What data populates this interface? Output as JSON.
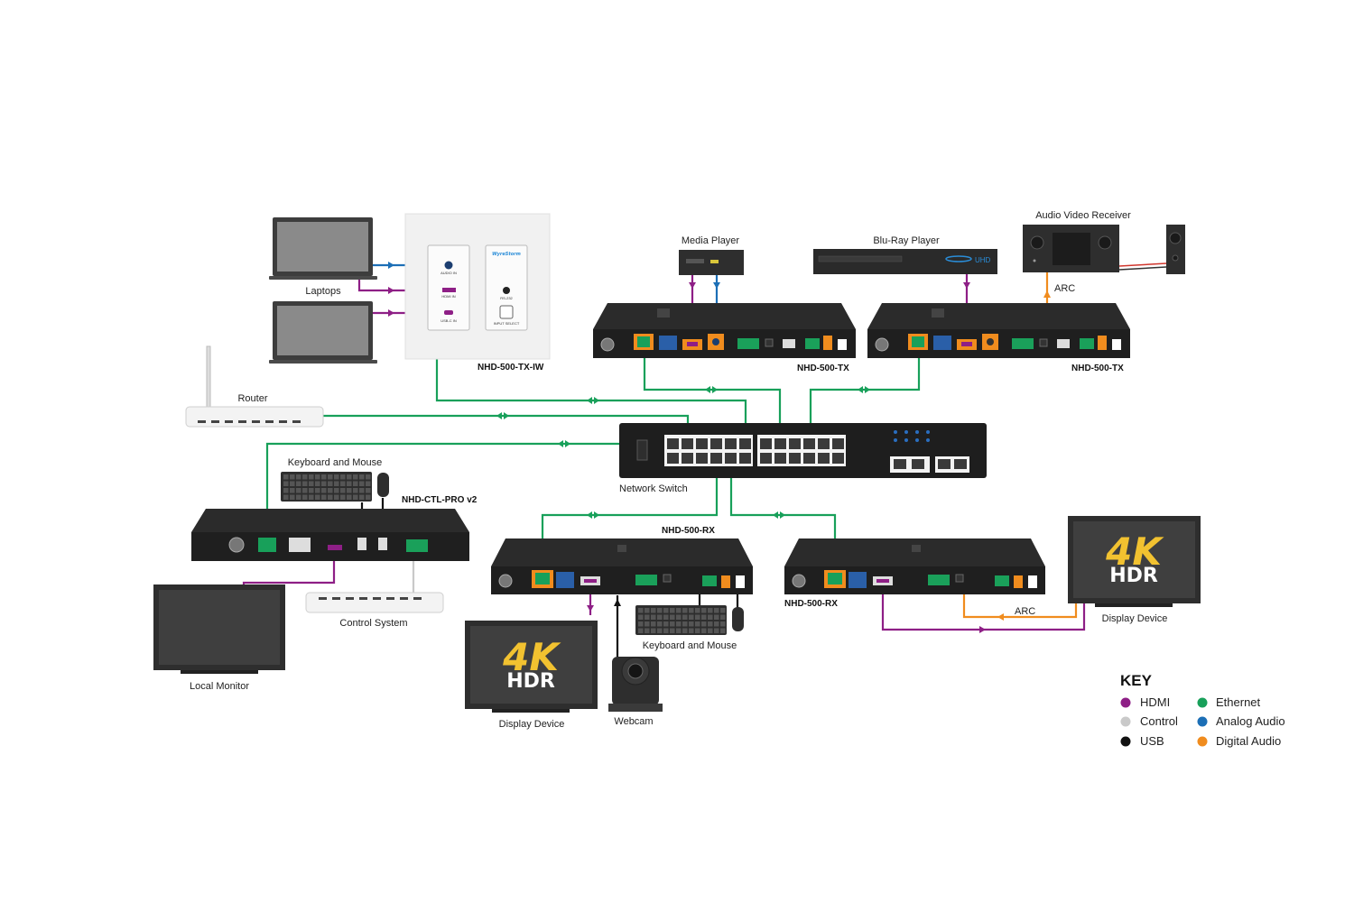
{
  "colors": {
    "hdmi": "#8e1f86",
    "control": "#c9c9c9",
    "usb": "#111111",
    "ethernet": "#18a05a",
    "analog_audio": "#1c6fb6",
    "digital_audio": "#f08c1e"
  },
  "labels": {
    "laptops": "Laptops",
    "tx_iw": "NHD-500-TX-IW",
    "media_player": "Media Player",
    "bluray_player": "Blu-Ray Player",
    "av_receiver": "Audio Video Receiver",
    "tx1": "NHD-500-TX",
    "tx2": "NHD-500-TX",
    "arc_top": "ARC",
    "router": "Router",
    "network_switch": "Network Switch",
    "keyboard_mouse_top": "Keyboard and Mouse",
    "ctl_pro": "NHD-CTL-PRO v2",
    "control_system": "Control System",
    "local_monitor": "Local Monitor",
    "rx1": "NHD-500-RX",
    "rx2": "NHD-500-RX",
    "keyboard_mouse_bottom": "Keyboard and Mouse",
    "display_device_left": "Display Device",
    "webcam": "Webcam",
    "display_device_right": "Display Device",
    "arc_bottom": "ARC",
    "hdr_big": "4K",
    "hdr_small": "HDR",
    "uhd": "UHD",
    "wallplate_brand": "WyreStorm",
    "audio_in": "AUDIO IN",
    "hdmi_in": "HDMI IN",
    "usbc_in": "USB-C IN",
    "rs232": "RS-232",
    "input_select": "INPUT SELECT"
  },
  "key": {
    "title": "KEY",
    "items": [
      {
        "label": "HDMI",
        "color": "#8e1f86"
      },
      {
        "label": "Ethernet",
        "color": "#18a05a"
      },
      {
        "label": "Control",
        "color": "#c9c9c9"
      },
      {
        "label": "Analog Audio",
        "color": "#1c6fb6"
      },
      {
        "label": "USB",
        "color": "#111111"
      },
      {
        "label": "Digital Audio",
        "color": "#f08c1e"
      }
    ]
  }
}
